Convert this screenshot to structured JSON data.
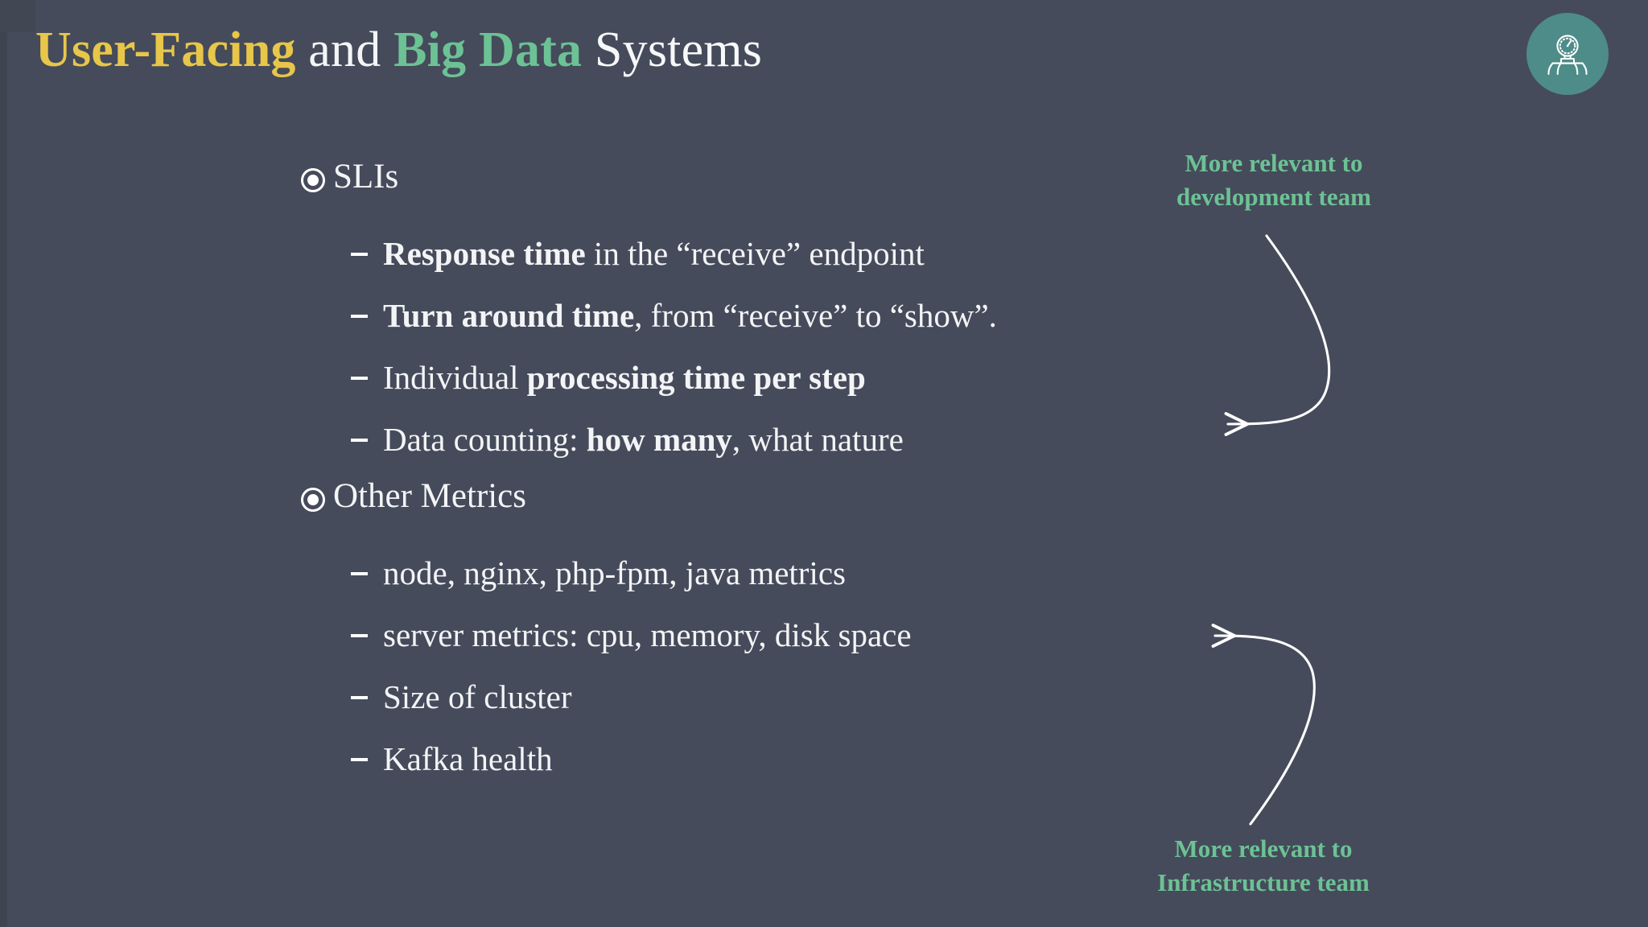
{
  "slide": {
    "background_color": "#454b5a",
    "title": {
      "parts": [
        {
          "text": "User-Facing",
          "color": "#e7c64a",
          "bold": true
        },
        {
          "text": " and ",
          "color": "#f4f5f7",
          "bold": false
        },
        {
          "text": "Big Data",
          "color": "#6cc295",
          "bold": true
        },
        {
          "text": " Systems",
          "color": "#f7f8fa",
          "bold": false
        }
      ],
      "plain": "User-Facing and Big Data Systems"
    },
    "logo": {
      "icon": "pressure-gauge-icon",
      "circle_color": "#4d8c89",
      "icon_color": "#ffffff"
    },
    "sections": [
      {
        "heading": "SLIs",
        "items": [
          {
            "bold_prefix": "Response time",
            "rest": " in the “receive” endpoint",
            "lead": ""
          },
          {
            "bold_prefix": "Turn around time",
            "rest": ", from “receive”  to “show”.",
            "lead": ""
          },
          {
            "bold_prefix": "processing time per step",
            "rest": "",
            "lead": "Individual "
          },
          {
            "bold_prefix": "how many",
            "rest": ", what nature",
            "lead": "Data counting: "
          }
        ]
      },
      {
        "heading": "Other Metrics",
        "items": [
          {
            "bold_prefix": "",
            "rest": "",
            "lead": "node, nginx, php-fpm, java metrics"
          },
          {
            "bold_prefix": "",
            "rest": "",
            "lead": " server metrics: cpu, memory, disk space"
          },
          {
            "bold_prefix": "",
            "rest": "",
            "lead": "Size of cluster"
          },
          {
            "bold_prefix": "",
            "rest": "",
            "lead": "Kafka health"
          }
        ]
      }
    ],
    "annotations": [
      {
        "text": "More relevant to\ndevelopment team",
        "color": "#6cc295",
        "position": "top-right"
      },
      {
        "text": "More relevant to\nInfrastructure team",
        "color": "#6cc295",
        "position": "bottom-right"
      }
    ],
    "arrows": [
      {
        "name": "arrow-to-sli-group",
        "color": "#ffffff",
        "direction": "left"
      },
      {
        "name": "arrow-to-other-metrics-group",
        "color": "#ffffff",
        "direction": "left"
      }
    ]
  }
}
